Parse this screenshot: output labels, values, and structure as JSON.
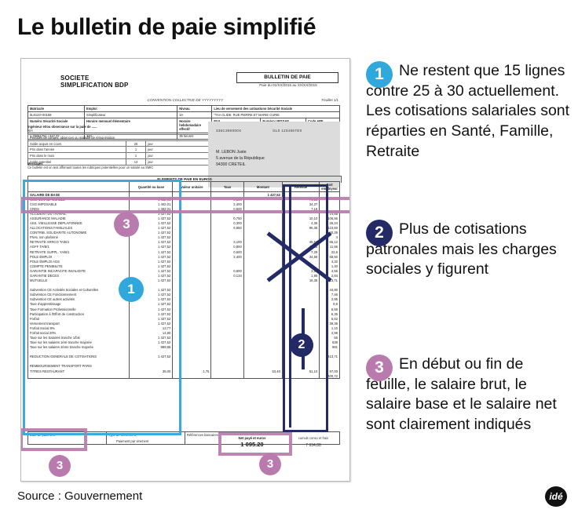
{
  "title": "Le bulletin de paie simplifié",
  "source": "Source : Gouvernement",
  "logo": "idé",
  "colors": {
    "cyan": "#30a8dc",
    "navy": "#232a66",
    "mauve": "#b97bad"
  },
  "callouts": [
    {
      "number": "1",
      "color": "#30a8dc",
      "text": "Ne restent que 15 lignes contre 25 à 30 actuellement. Les cotisations salariales sont réparties en Santé, Famille, Retraite"
    },
    {
      "number": "2",
      "color": "#232a66",
      "text": "Plus de cotisations patronales mais les charges sociales y figurent"
    },
    {
      "number": "3",
      "color": "#b97bad",
      "text": "En début ou fin de feuille, le salaire brut, le salaire base et le salaire net sont clairement indiqués"
    }
  ],
  "payslip": {
    "company": "SOCIETE\nSIMPLIFICATION BDP",
    "doc_title": "BULLETIN DE PAIE",
    "period": "Paie du 01/XX/2015 au XX/XX/2015",
    "convention": "CONVENTION COLLECTIVE DE YYYYYYYYY",
    "feuillet": "Feuillet 1/1",
    "identity": {
      "headers_row1": [
        "Matricule",
        "Emploi",
        "Niveau",
        "Lieu de versement des cotisations Sécurité Sociale"
      ],
      "values_row1": [
        "0L8123+00159",
        "Simplificateur",
        "3A",
        "\"TAA CLIDE, RUE PIERRE ET MARIE CURIE"
      ],
      "headers_row2": [
        "Numéro Sécurité Sociale",
        "Horaire mensuel élémentaire",
        "Horaire hebdomadaire effectif",
        "Etat",
        "Numéro URSSAF",
        "Code APE"
      ],
      "values_row2": [
        "1 75051751 / 347 72",
        "340",
        "35 heures",
        "XX/XX/XX XXXX",
        "V1602409F",
        "6815Z"
      ]
    },
    "notes": {
      "line1": "Ingénieur et/ou observance sur la paie de ......",
      "line1_value": "N/A",
      "line2": "Périodes de congés, absences ou maladie de rémunération",
      "rows": [
        [
          "Congés payés",
          "",
          ""
        ],
        [
          "Solde acquis en cours",
          "26",
          "jour"
        ],
        [
          "Pris dans l'année",
          "1",
          "jour"
        ],
        [
          "Dont fractionnement",
          "2",
          "jour"
        ],
        [
          "Pris dans le mois",
          "1",
          "jour"
        ],
        [
          "Solde potentiel",
          "13",
          "jour"
        ]
      ],
      "messages_title": "Messages",
      "messages_text": "Ce bulletin est un test affirmant toutes les rubriques potentielles pour un salarié au SMIC"
    },
    "address": {
      "code1": "336C390000X",
      "code2": "GL0 1234567D0",
      "name": "M. LEBON Juste",
      "street": "5 avenue de la République",
      "city": "94300 CRETEIL"
    },
    "elements_title": "ELEMENTS DE PAIE EN EUROS",
    "columns": [
      "",
      "Quantité ou base",
      "Valeur unitaire",
      "Taux",
      "Montant",
      "Retenue",
      "Part employeur"
    ],
    "rows": [
      {
        "label": "SALAIRE DE BASE",
        "qty": "",
        "unit": "",
        "rate": "",
        "amount": "1 427,52",
        "retain": "",
        "employer": "",
        "bold": true
      },
      {
        "label": "CSG NON IMPOSABLE",
        "qty": "1 402,01",
        "unit": "",
        "rate": "5,100",
        "amount": "",
        "retain": "71,51",
        "employer": ""
      },
      {
        "label": "CSG IMPOSABLE",
        "qty": "1 402,01",
        "unit": "",
        "rate": "2,400",
        "amount": "",
        "retain": "34,37",
        "employer": ""
      },
      {
        "label": "CRDS",
        "qty": "1 402,01",
        "unit": "",
        "rate": "0,500",
        "amount": "",
        "retain": "7,16",
        "employer": ""
      },
      {
        "label": "ACCIDENT DU TRAVAIL",
        "qty": "1 427,52",
        "unit": "",
        "rate": "",
        "amount": "",
        "retain": "",
        "employer": "14,85"
      },
      {
        "label": "ASSURANCE MALADIE",
        "qty": "1 427,52",
        "unit": "",
        "rate": "0,750",
        "amount": "",
        "retain": "10,10",
        "employer": "106,56"
      },
      {
        "label": "ASS. VIEILLESSE DEPLAFONNEE",
        "qty": "1 427,52",
        "unit": "",
        "rate": "0,300",
        "amount": "",
        "retain": "4,35",
        "employer": "26,24"
      },
      {
        "label": "ALLOCATIONS FAMILIALES",
        "qty": "1 427,52",
        "unit": "",
        "rate": "6,850",
        "amount": "",
        "retain": "96,35",
        "employer": "123,60"
      },
      {
        "label": "CONTRIB. SOLIDARITE AUTONOMIE",
        "qty": "1 427,52",
        "unit": "",
        "rate": "",
        "amount": "",
        "retain": "",
        "employer": "40,29"
      },
      {
        "label": "FNAL non plafonné",
        "qty": "1 427,52",
        "unit": "",
        "rate": "",
        "amount": "",
        "retain": "",
        "employer": "4"
      },
      {
        "label": "RETRAITE ARRCO TA/B/1",
        "qty": "1 427,52",
        "unit": "",
        "rate": "3,100",
        "amount": "",
        "retain": "45,51",
        "employer": "65,12"
      },
      {
        "label": "AGFF TA/B/1",
        "qty": "1 427,52",
        "unit": "",
        "rate": "0,800",
        "amount": "",
        "retain": "11,56",
        "employer": "11,56"
      },
      {
        "label": "RETRAITE SUPPL. YA/B/1",
        "qty": "1 427,52",
        "unit": "",
        "rate": "0,500",
        "amount": "",
        "retain": "7,29",
        "employer": "22,6"
      },
      {
        "label": "POLE EMPLOI",
        "qty": "1 427,52",
        "unit": "",
        "rate": "2,400",
        "amount": "",
        "retain": "34,56",
        "employer": "58,50"
      },
      {
        "label": "POLE EMPLOI AGS",
        "qty": "1 427,52",
        "unit": "",
        "rate": "",
        "amount": "",
        "retain": "",
        "employer": "4,32"
      },
      {
        "label": "COMPTE PENIBILITE",
        "qty": "1 427,52",
        "unit": "",
        "rate": "",
        "amount": "",
        "retain": "",
        "employer": "1,40"
      },
      {
        "label": "GARANTIE INCAPACITE INVALIDITE",
        "qty": "1 427,52",
        "unit": "",
        "rate": "0,600",
        "amount": "",
        "retain": "3,13",
        "employer": "4,55"
      },
      {
        "label": "GARANTIE DECES",
        "qty": "1 427,52",
        "unit": "",
        "rate": "0,134",
        "amount": "",
        "retain": "1,95",
        "employer": "2,84"
      },
      {
        "label": "MUTUELLE",
        "qty": "1 427,52",
        "unit": "",
        "rate": "",
        "amount": "",
        "retain": "16,35",
        "employer": "13,71"
      },
      {
        "label": "",
        "qty": "",
        "unit": "",
        "rate": "",
        "amount": "",
        "retain": "",
        "employer": ""
      },
      {
        "label": "Subvention CE Activités Sociales et Culturelles",
        "qty": "1 427,52",
        "unit": "",
        "rate": "",
        "amount": "",
        "retain": "",
        "employer": "44,80"
      },
      {
        "label": "Subvention CE Fonctionnement",
        "qty": "1 427,52",
        "unit": "",
        "rate": "",
        "amount": "",
        "retain": "",
        "employer": "7,46"
      },
      {
        "label": "Subvention CE autres activités",
        "qty": "1 427,52",
        "unit": "",
        "rate": "",
        "amount": "",
        "retain": "",
        "employer": "2,95"
      },
      {
        "label": "Taxe d'apprentissage",
        "qty": "1 427,52",
        "unit": "",
        "rate": "",
        "amount": "",
        "retain": "",
        "employer": "9,9"
      },
      {
        "label": "Taxe Formation Professionnelle",
        "qty": "1 427,52",
        "unit": "",
        "rate": "",
        "amount": "",
        "retain": "",
        "employer": "6,58"
      },
      {
        "label": "Participation à l'Effort de construction",
        "qty": "1 427,52",
        "unit": "",
        "rate": "",
        "amount": "",
        "retain": "",
        "employer": "6,35"
      },
      {
        "label": "Forfait",
        "qty": "1 427,52",
        "unit": "",
        "rate": "",
        "amount": "",
        "retain": "",
        "employer": "5,62"
      },
      {
        "label": "Versement transport",
        "qty": "1 427,52",
        "unit": "",
        "rate": "",
        "amount": "",
        "retain": "",
        "employer": "39,35"
      },
      {
        "label": "Forfait Social 8%",
        "qty": "13,77",
        "unit": "",
        "rate": "",
        "amount": "",
        "retain": "",
        "employer": "1,10"
      },
      {
        "label": "Forfait social 20%",
        "qty": "14,80",
        "unit": "",
        "rate": "",
        "amount": "",
        "retain": "",
        "employer": "2,96"
      },
      {
        "label": "Taxe sur les Salaires tranche 1/bis",
        "qty": "1 427,52",
        "unit": "",
        "rate": "",
        "amount": "",
        "retain": "",
        "employer": "56"
      },
      {
        "label": "Taxe sur les salaires 1ère tranche majorée",
        "qty": "1 427,52",
        "unit": "",
        "rate": "",
        "amount": "",
        "retain": "",
        "employer": "638"
      },
      {
        "label": "Taxe sur les salaires 2ème tranche majorée",
        "qty": "989,95",
        "unit": "",
        "rate": "",
        "amount": "",
        "retain": "",
        "employer": "981"
      },
      {
        "label": "",
        "qty": "",
        "unit": "",
        "rate": "",
        "amount": "",
        "retain": "",
        "employer": ""
      },
      {
        "label": "REDUCTION GENERALE DE COTISATIONS",
        "qty": "1 427,52",
        "unit": "",
        "rate": "",
        "amount": "",
        "retain": "",
        "employer": "-413,71"
      },
      {
        "label": "",
        "qty": "",
        "unit": "",
        "rate": "",
        "amount": "",
        "retain": "",
        "employer": ""
      },
      {
        "label": "REMBOURSEMENT TRANSPORT PARIS",
        "qty": "",
        "unit": "",
        "rate": "",
        "amount": "",
        "retain": "",
        "employer": ""
      },
      {
        "label": "TITRES RESTAURANT",
        "qty": "35,00",
        "unit": "1,75",
        "rate": "",
        "amount": "53,40",
        "retain": "61,10",
        "employer": "97,00"
      },
      {
        "label": "",
        "qty": "",
        "unit": "",
        "rate": "",
        "amount": "",
        "retain": "",
        "employer": "400,72"
      }
    ],
    "footer": {
      "headers": [
        "Date de paiement",
        "Type de versement",
        "Références bancaires"
      ],
      "payment_mode": "Paiement par virement",
      "net_label": "Net payé et euros",
      "net_value": "1 095.20",
      "cumul_label": "cumuls conso et frais",
      "cumul_value": "7 934,88"
    }
  }
}
